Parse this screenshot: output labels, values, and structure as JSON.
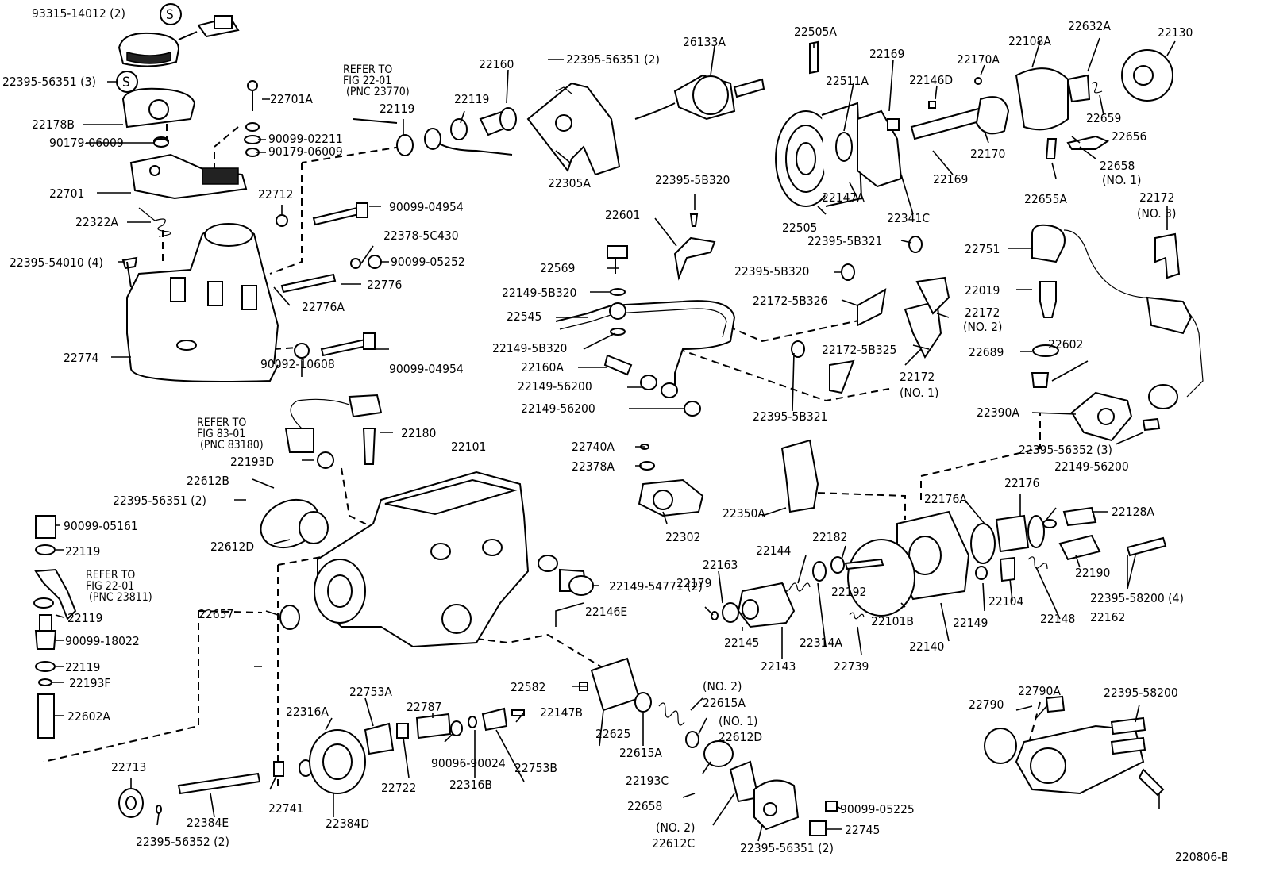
{
  "diagram": {
    "figure_code": "220806-B",
    "refer_notes": [
      {
        "id": "ref_22_01_a",
        "lines": [
          "REFER TO",
          "FIG 22-01",
          "(PNC 23770)"
        ]
      },
      {
        "id": "ref_83_01",
        "lines": [
          "REFER TO",
          "FIG 83-01",
          "(PNC 83180)"
        ]
      },
      {
        "id": "ref_22_01_b",
        "lines": [
          "REFER TO",
          "FIG 22-01",
          "(PNC 23811)"
        ]
      }
    ],
    "symbols": {
      "standard_part": "S"
    },
    "labels": [
      "93315-14012 (2)",
      "22395-56351 (3)",
      "22178B",
      "90179-06009",
      "22701",
      "22322A",
      "22395-54010 (4)",
      "22774",
      "22701A",
      "90099-02211",
      "90179-06009",
      "22712",
      "90099-04954",
      "22378-5C430",
      "90099-05252",
      "22776",
      "22776A",
      "90092-10608",
      "90099-04954",
      "22119",
      "22119",
      "22160",
      "22395-56351 (2)",
      "26133A",
      "22305A",
      "22395-5B320",
      "22601",
      "22569",
      "22149-5B320",
      "22545",
      "22149-5B320",
      "22160A",
      "22149-56200",
      "22149-56200",
      "22505A",
      "22511A",
      "22169",
      "22146D",
      "22170A",
      "22108A",
      "22632A",
      "22130",
      "22659",
      "22656",
      "22658",
      "(NO. 1)",
      "22655A",
      "22172",
      "(NO. 3)",
      "22170",
      "22169",
      "22505",
      "22147A",
      "22341C",
      "22395-5B321",
      "22395-5B320",
      "22172-5B326",
      "22172",
      "(NO. 2)",
      "22172-5B325",
      "22395-5B321",
      "22172",
      "(NO. 1)",
      "22751",
      "22019",
      "22689",
      "22602",
      "22390A",
      "22395-56352 (3)",
      "22149-56200",
      "22180",
      "22193D",
      "22101",
      "22612B",
      "22395-56351 (2)",
      "22612D",
      "90099-05161",
      "22119",
      "22119",
      "90099-18022",
      "22119",
      "22193F",
      "22602A",
      "22740A",
      "22378A",
      "22302",
      "22350A",
      "22176A",
      "22176",
      "22128A",
      "22182",
      "22144",
      "22163",
      "22179",
      "22192",
      "22101B",
      "22140",
      "22149",
      "22104",
      "22190",
      "22148",
      "22395-58200 (4)",
      "22162",
      "22145",
      "22143",
      "22314A",
      "22739",
      "22149-54771 (2)",
      "22146E",
      "22657",
      "22582",
      "22625",
      "22615A",
      "(NO. 2)",
      "22615A",
      "(NO. 1)",
      "22612D",
      "22193C",
      "22658",
      "(NO. 2)",
      "22612C",
      "22395-56351 (2)",
      "90099-05225",
      "22745",
      "22753A",
      "22316A",
      "22787",
      "22147B",
      "90096-90024",
      "22316B",
      "22753B",
      "22722",
      "22713",
      "22741",
      "22384D",
      "22384E",
      "22395-56352 (2)",
      "22790A",
      "22790",
      "22395-58200"
    ]
  }
}
